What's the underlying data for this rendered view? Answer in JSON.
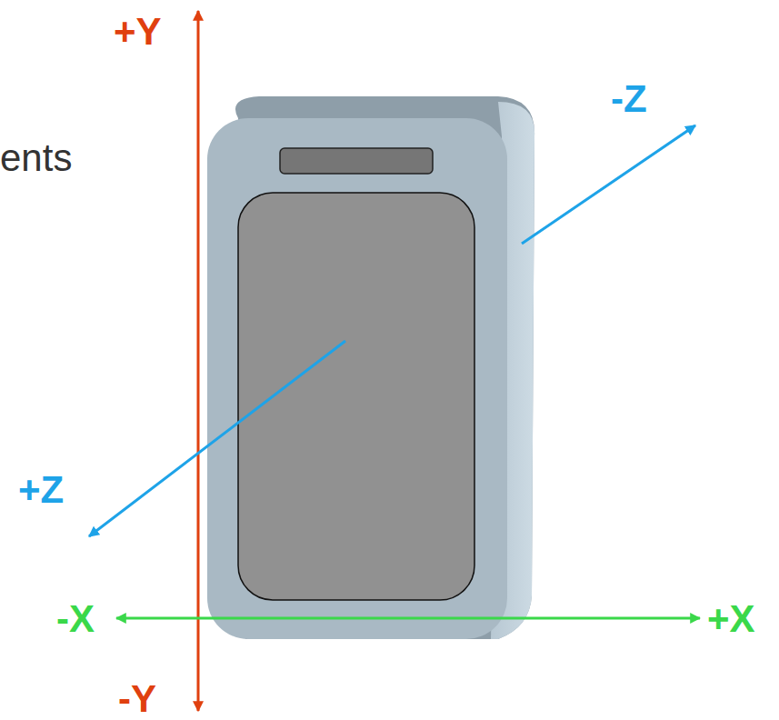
{
  "diagram": {
    "labels": [
      "ents",
      "+Y",
      "-Z",
      "+Z",
      "-X",
      "+X",
      "-Y"
    ]
  }
}
